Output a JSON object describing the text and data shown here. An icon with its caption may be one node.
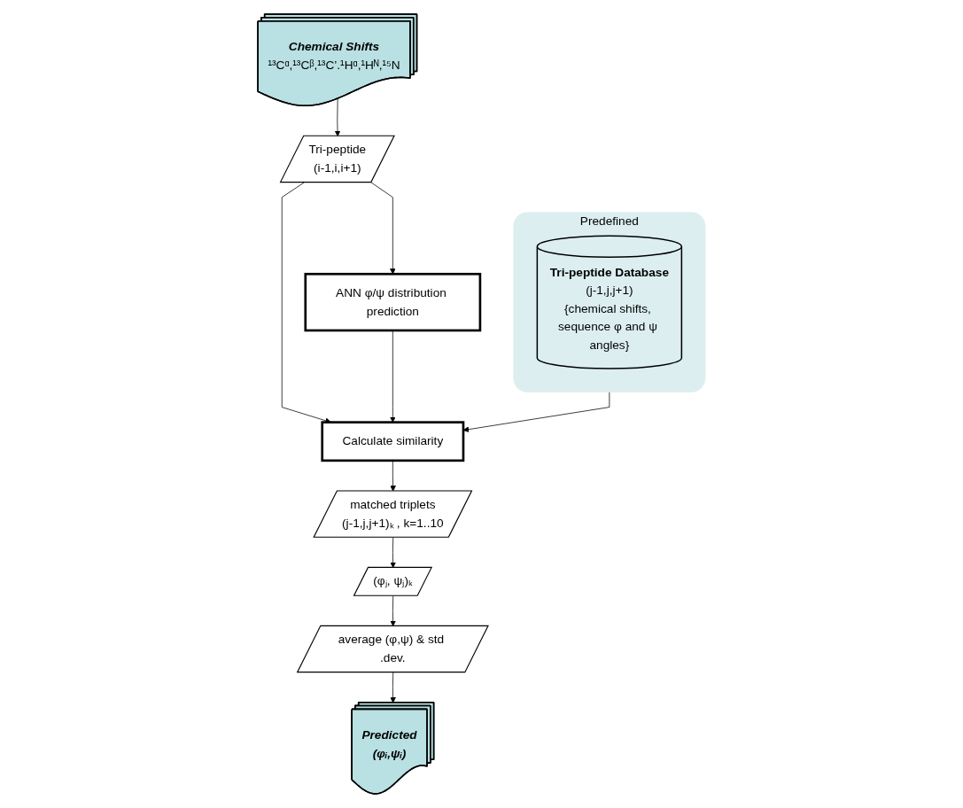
{
  "diagram": {
    "nodes": [
      {
        "text": [
          "Chemical Shifts",
          "¹³Cᵅ,¹³Cᵝ,¹³C’.¹Hᵅ,¹Hᴺ,¹⁵N"
        ]
      },
      {
        "text": [
          "ANN φ/ψ distribution prediction"
        ]
      },
      {
        "text": [
          "Tri-peptide",
          "(i-1,i,i+1)"
        ]
      },
      {
        "text": [
          "Calculate similarity"
        ]
      },
      {
        "text": [
          "Predefined"
        ]
      },
      {
        "text": [
          "Tri-peptide Database",
          "(j-1,j,j+1)",
          "{chemical shifts, sequence φ and ψ angles}"
        ],
        "in": 4
      },
      {
        "text": [
          "matched triplets",
          "(j-1,j,j+1)ₖ , k=1..10"
        ]
      },
      {
        "text": [
          "(φⱼ, ψⱼ)ₖ"
        ]
      },
      {
        "text": [
          "average (φ,ψ) & std .dev."
        ]
      },
      {
        "text": [
          "Predicted",
          "(φᵢ,ψᵢ)"
        ]
      }
    ],
    "edges": [
      {
        "from": 0,
        "to": 2,
        "arrow": "to"
      },
      {
        "from": 2,
        "to": 1,
        "arrow": "to"
      },
      {
        "from": 2,
        "to": 3,
        "arrow": "to"
      },
      {
        "from": 1,
        "to": 3,
        "arrow": "to"
      },
      {
        "from": 4,
        "to": 3,
        "arrow": "to"
      },
      {
        "from": 3,
        "to": 6,
        "arrow": "to"
      },
      {
        "from": 6,
        "to": 7,
        "arrow": "to"
      },
      {
        "from": 7,
        "to": 8,
        "arrow": "to"
      },
      {
        "from": 8,
        "to": 9,
        "arrow": "to"
      }
    ]
  }
}
